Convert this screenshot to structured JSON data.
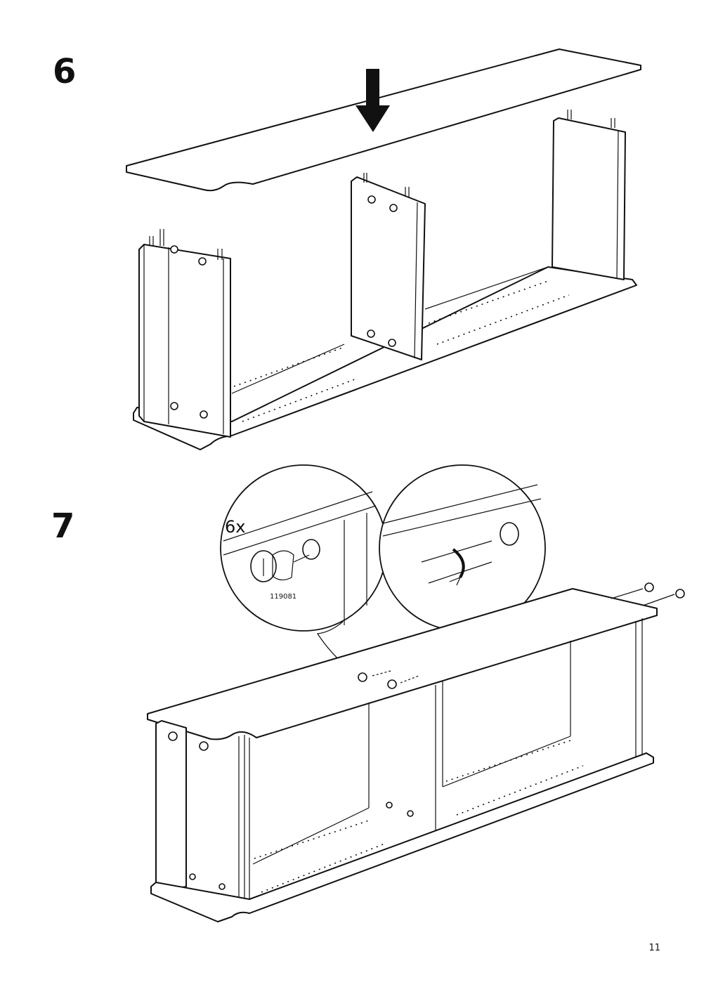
{
  "steps": [
    {
      "number": "6"
    },
    {
      "number": "7",
      "quantity": "6x",
      "part_number": "119081"
    }
  ],
  "page_number": "11"
}
